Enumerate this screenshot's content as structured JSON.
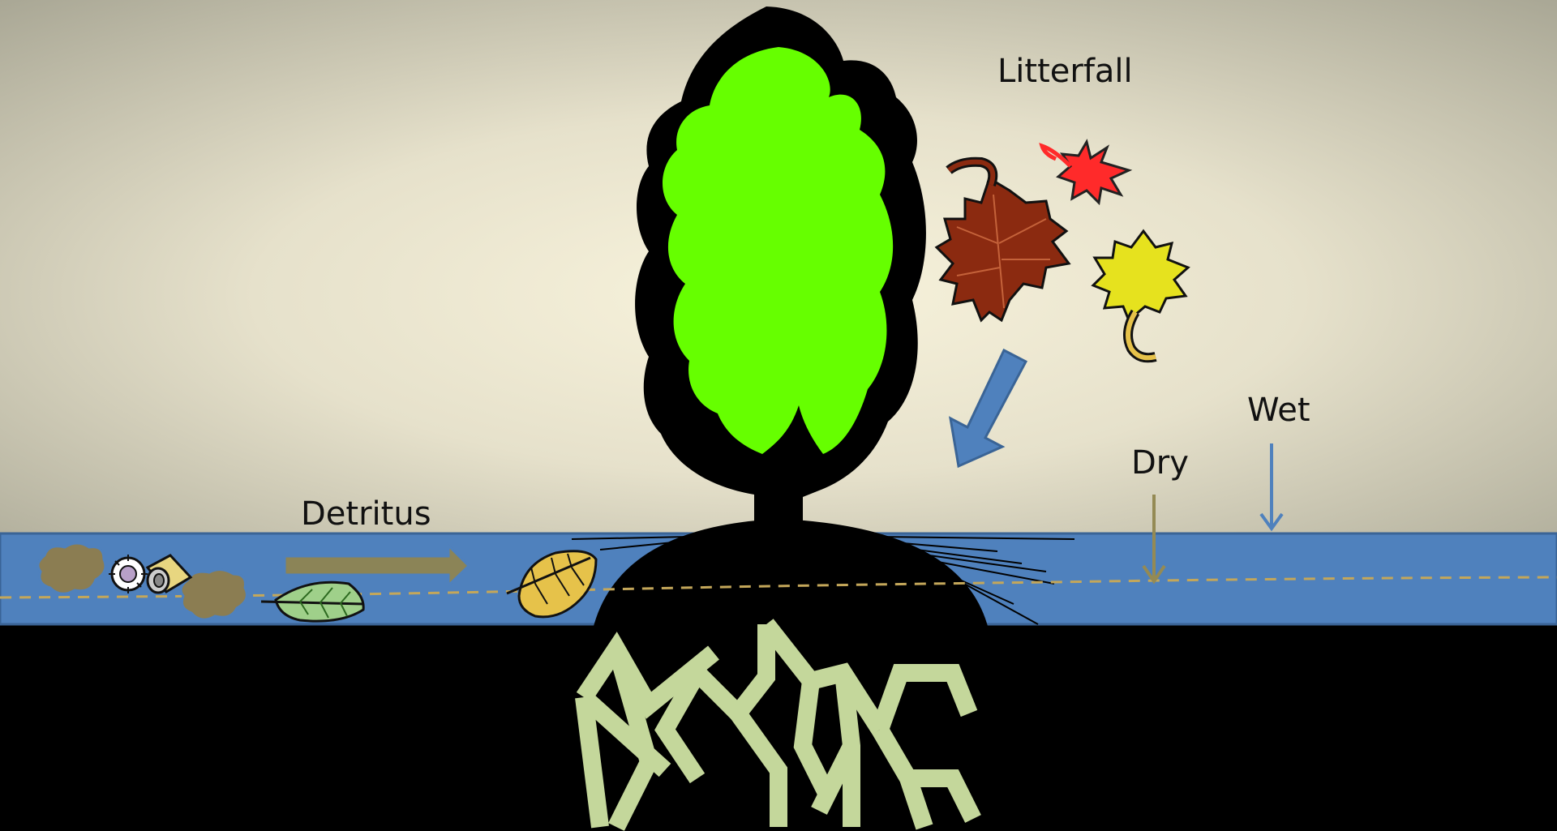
{
  "labels": {
    "litterfall": "Litterfall",
    "detritus": "Detritus",
    "wet": "Wet",
    "dry": "Dry"
  },
  "colors": {
    "sky_center": "#f7f1dc",
    "sky_edge": "#aaa897",
    "water": "#4f81bd",
    "water_edge": "#3a6496",
    "soil": "#000000",
    "canopy": "#66ff00",
    "roots": "#c4d79b",
    "detritus_arrow": "#8b8457",
    "litterfall_arrow": "#4f81bd",
    "dry_arrow": "#948a54",
    "wet_arrow": "#4f81bd",
    "water_level_line": "#c4a75a"
  },
  "icons": [
    "tree-icon",
    "root-system-icon",
    "maple-leaf-red-icon",
    "maple-leaf-brown-icon",
    "maple-leaf-yellow-icon",
    "green-leaf-icon",
    "yellow-leaf-icon",
    "detritus-clump-icon",
    "debris-icon"
  ]
}
